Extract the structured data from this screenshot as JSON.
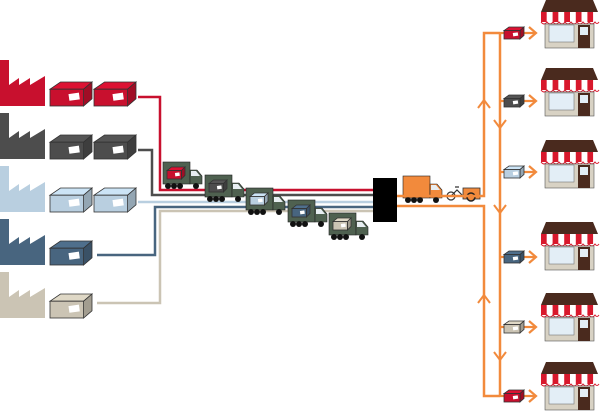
{
  "title": "",
  "colors": {
    "suppliers": [
      "#c8102e",
      "#4d4d4d",
      "#b9cfe0",
      "#48657f",
      "#cbc4b4"
    ],
    "truck": "#4f6150",
    "hub": "#000000",
    "last_mile": "#f28a3c",
    "store_roof": "#4a2a1e",
    "store_awning": "#d8182c",
    "store_wall": "#d8d2c4",
    "store_window": "#e3eef6",
    "store_door": "#4a2a1e"
  },
  "suppliers": [
    {
      "name": "red",
      "boxes": 2
    },
    {
      "name": "dark-gray",
      "boxes": 2
    },
    {
      "name": "light-blue",
      "boxes": 2
    },
    {
      "name": "steel-blue",
      "boxes": 1
    },
    {
      "name": "beige",
      "boxes": 1
    }
  ],
  "trucks": [
    "red",
    "dark-gray",
    "light-blue",
    "steel-blue",
    "beige"
  ],
  "deliveries": [
    {
      "store": 1,
      "parcel": "red"
    },
    {
      "store": 2,
      "parcel": "dark-gray"
    },
    {
      "store": 3,
      "parcel": "light-blue"
    },
    {
      "store": 4,
      "parcel": "steel-blue"
    },
    {
      "store": 5,
      "parcel": "beige"
    },
    {
      "store": 6,
      "parcel": "red"
    }
  ]
}
